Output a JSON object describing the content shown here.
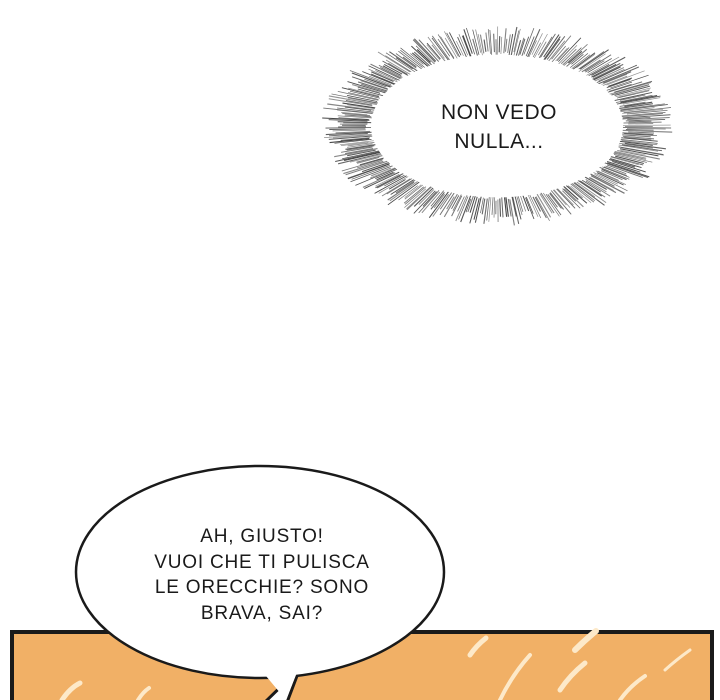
{
  "thought_bubble": {
    "lines": [
      "NON VEDO",
      "NULLA..."
    ]
  },
  "speech_bubble": {
    "lines": [
      "AH, GIUSTO!",
      "VUOI CHE TI PULISCA",
      "LE ORECCHIE? SONO",
      "BRAVA, SAI?"
    ]
  },
  "colors": {
    "background": "#ffffff",
    "panel_fill": "#f1b066",
    "panel_border": "#1a1a1a",
    "highlight": "#fde9c9",
    "bubble_fill": "#ffffff",
    "ink": "#1a1a1a"
  }
}
